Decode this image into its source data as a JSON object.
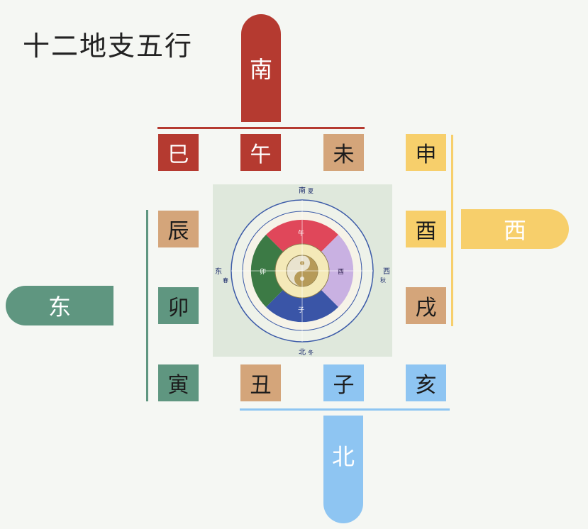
{
  "title": "十二地支五行",
  "directions": {
    "south": "南",
    "west": "西",
    "east": "东",
    "north": "北"
  },
  "branches": {
    "si": "巳",
    "wu": "午",
    "wei": "未",
    "shen": "申",
    "chen": "辰",
    "you": "酉",
    "mao": "卯",
    "xu": "戌",
    "yin": "寅",
    "chou": "丑",
    "zi": "子",
    "hai": "亥"
  },
  "wheel": {
    "south": "南",
    "north": "北",
    "east": "东",
    "west": "西",
    "inner_south": "午",
    "inner_north": "子",
    "inner_east": "卯",
    "inner_west": "酉",
    "ring_labels": [
      "夏",
      "冬",
      "春",
      "秋"
    ]
  },
  "colors": {
    "fire": "#b53a30",
    "earth": "#d4a57a",
    "metal": "#f7cf6b",
    "wood": "#5f9680",
    "water": "#8ec5f2"
  }
}
